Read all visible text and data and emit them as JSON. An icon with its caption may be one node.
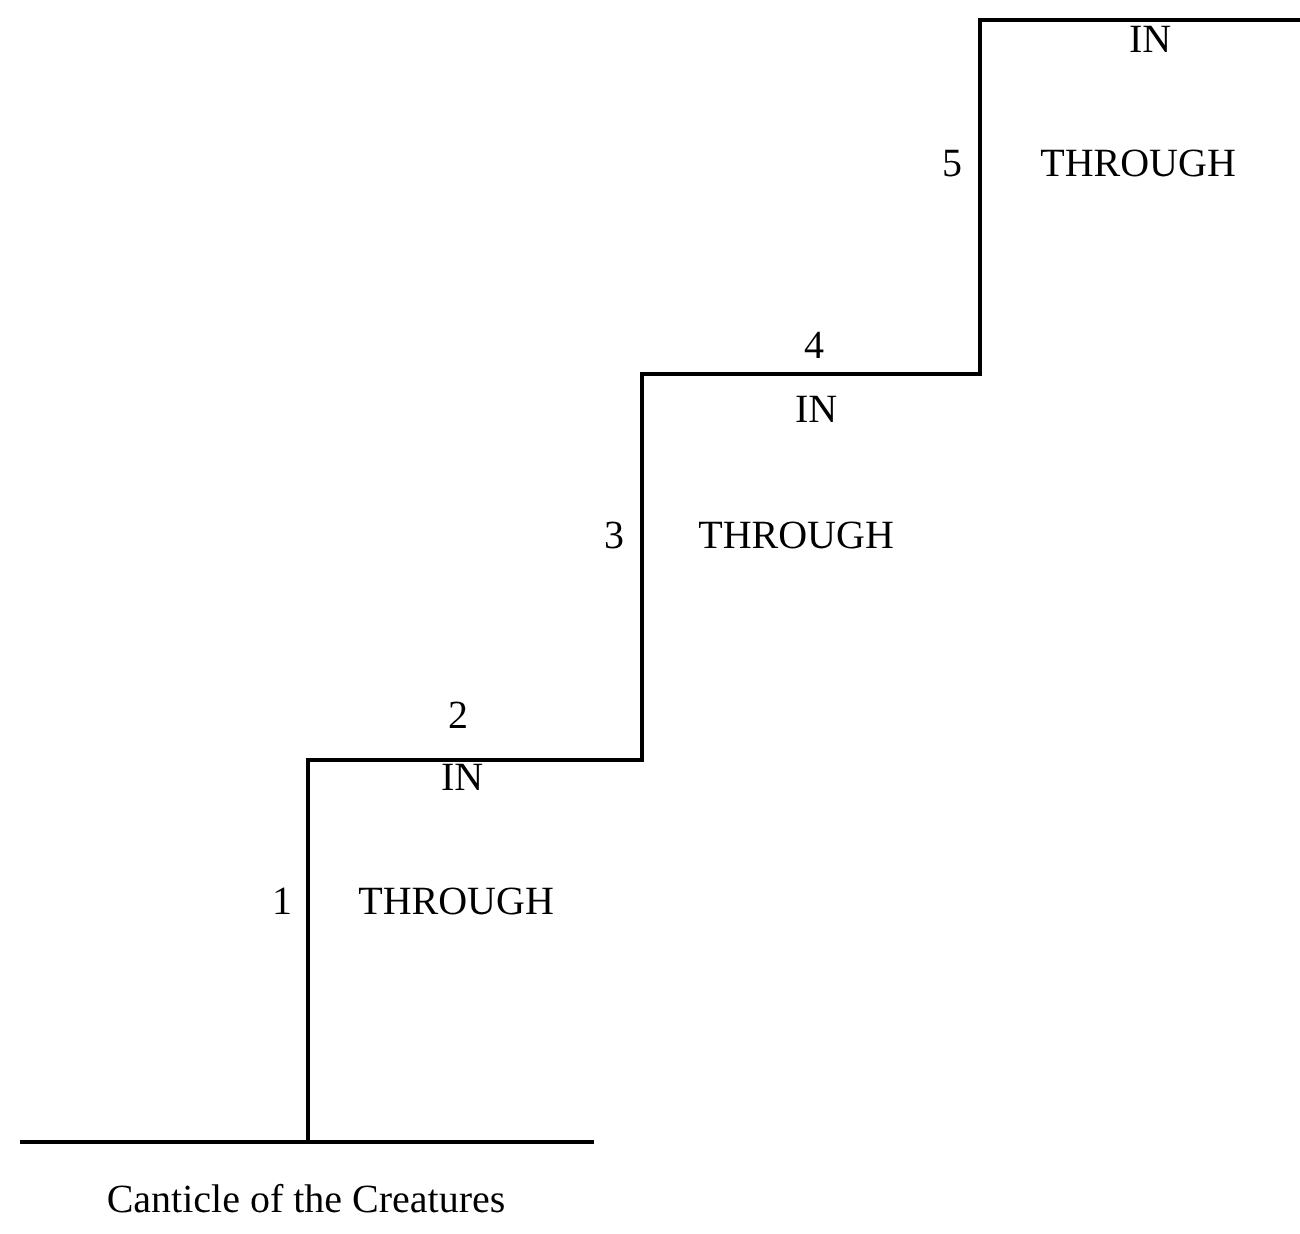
{
  "diagram": {
    "caption": "Canticle of the Creatures",
    "labels": [
      "IN",
      "5",
      "THROUGH",
      "4",
      "IN",
      "3",
      "THROUGH",
      "2",
      "IN",
      "1",
      "THROUGH"
    ]
  }
}
